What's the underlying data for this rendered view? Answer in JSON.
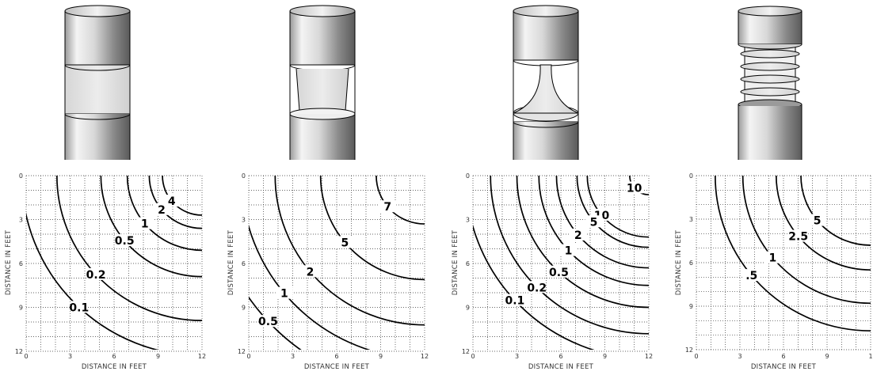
{
  "colors": {
    "contour": "#000000",
    "grid": "#333333",
    "light": "#e2e2e2",
    "dark": "#555555"
  },
  "panels": [
    {
      "fixture_icon": "bollard-clear-band-icon",
      "xlabel": "DISTANCE IN FEET",
      "ylabel": "DISTANCE IN FEET",
      "xticks": [
        "0",
        "3",
        "6",
        "9",
        "12"
      ],
      "yticks": [
        "0",
        "3",
        "6",
        "9",
        "12"
      ],
      "contours": [
        {
          "label": "4",
          "r": 2.7
        },
        {
          "label": "2",
          "r": 3.6
        },
        {
          "label": "1",
          "r": 5.1
        },
        {
          "label": "0.5",
          "r": 6.9
        },
        {
          "label": "0.2",
          "r": 9.9
        },
        {
          "label": "0.1",
          "r": 12.3
        }
      ]
    },
    {
      "fixture_icon": "bollard-tapered-lens-icon",
      "xlabel": "DISTANCE IN FEET",
      "ylabel": "DISTANCE IN FEET",
      "xticks": [
        "0",
        "3",
        "6",
        "9",
        "12"
      ],
      "yticks": [
        "0",
        "3",
        "6",
        "9",
        "12"
      ],
      "contours": [
        {
          "label": "7",
          "r": 3.3
        },
        {
          "label": "5",
          "r": 7.1
        },
        {
          "label": "2",
          "r": 10.2
        },
        {
          "label": "1",
          "r": 12.5
        },
        {
          "label": "0.5",
          "r": 14.6
        }
      ]
    },
    {
      "fixture_icon": "bollard-cone-reflector-icon",
      "xlabel": "DISTANCE IN FEET",
      "ylabel": "DISTANCE IN FEET",
      "xticks": [
        "0",
        "3",
        "6",
        "9",
        "12"
      ],
      "yticks": [
        "0",
        "3",
        "6",
        "9",
        "12"
      ],
      "contours": [
        {
          "label": "10",
          "r": 1.3
        },
        {
          "label": "10",
          "r": 4.2
        },
        {
          "label": "5",
          "r": 4.9
        },
        {
          "label": "2",
          "r": 6.3
        },
        {
          "label": "1",
          "r": 7.5
        },
        {
          "label": "0.5",
          "r": 9.0
        },
        {
          "label": "0.2",
          "r": 10.8
        },
        {
          "label": "0.1",
          "r": 12.5
        }
      ]
    },
    {
      "fixture_icon": "bollard-louvered-icon",
      "xlabel": "DISTANCE IN FEET",
      "ylabel": "DISTANCE IN FEET",
      "xticks": [
        "0",
        "3",
        "6",
        "9",
        "1"
      ],
      "yticks": [
        "0",
        "3",
        "6",
        "9",
        "12"
      ],
      "contours": [
        {
          "label": "5",
          "r": 4.8
        },
        {
          "label": "2.5",
          "r": 6.5
        },
        {
          "label": "1",
          "r": 8.8
        },
        {
          "label": ".5",
          "r": 10.7
        }
      ]
    }
  ]
}
